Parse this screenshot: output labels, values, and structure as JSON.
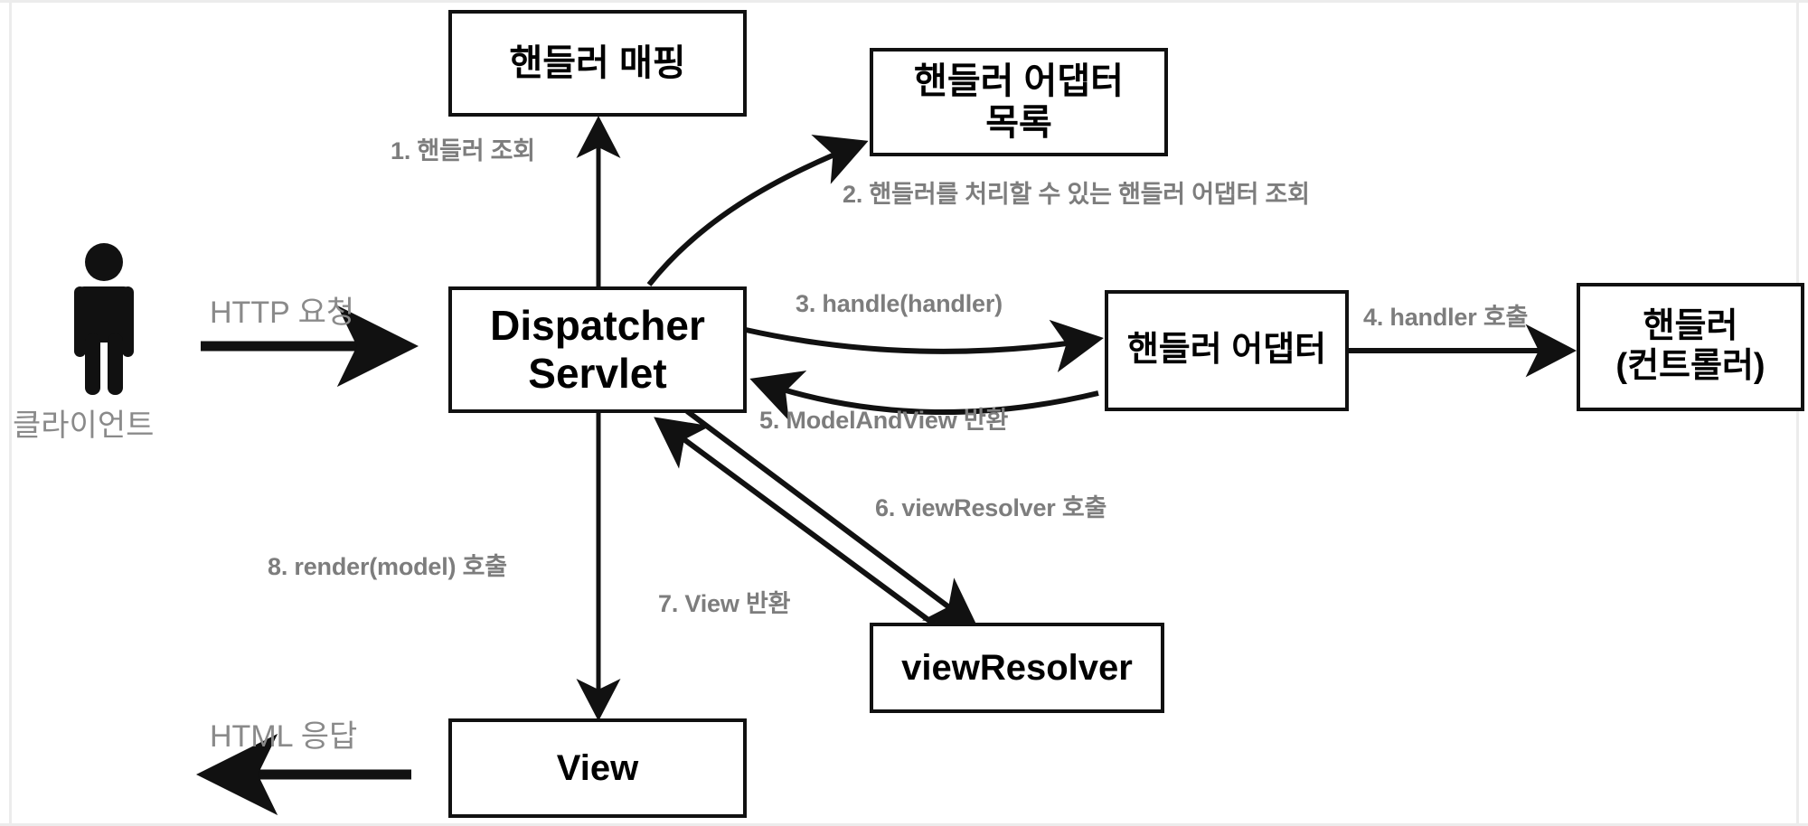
{
  "diagram": {
    "title": "Spring MVC Dispatcher Servlet Flow",
    "accent_color": "#111111",
    "label_color": "#7d7d7d",
    "plain_label_color": "#8a8a8a",
    "frame_color": "#ececec",
    "background": "#ffffff"
  },
  "nodes": {
    "handler_mapping": "핸들러 매핑",
    "handler_adapter_list": "핸들러 어댑터\n목록",
    "dispatcher_servlet": "Dispatcher\nServlet",
    "handler_adapter": "핸들러 어댑터",
    "handler_controller": "핸들러\n(컨트롤러)",
    "view_resolver": "viewResolver",
    "view": "View"
  },
  "actor": {
    "icon": "person-icon",
    "label": "클라이언트"
  },
  "edge_labels": {
    "http_request": "HTTP 요청",
    "http_response": "HTML 응답",
    "step1": "1. 핸들러 조회",
    "step2": "2. 핸들러를 처리할 수 있는 핸들러 어댑터 조회",
    "step3": "3. handle(handler)",
    "step4": "4. handler 호출",
    "step5": "5. ModelAndView 반환",
    "step6": "6. viewResolver 호출",
    "step7": "7. View 반환",
    "step8": "8. render(model) 호출"
  },
  "flow_steps": [
    {
      "n": 1,
      "from": "dispatcher_servlet",
      "to": "handler_mapping",
      "label": "1. 핸들러 조회"
    },
    {
      "n": 2,
      "from": "dispatcher_servlet",
      "to": "handler_adapter_list",
      "label": "2. 핸들러를 처리할 수 있는 핸들러 어댑터 조회"
    },
    {
      "n": 3,
      "from": "dispatcher_servlet",
      "to": "handler_adapter",
      "label": "3. handle(handler)"
    },
    {
      "n": 4,
      "from": "handler_adapter",
      "to": "handler_controller",
      "label": "4. handler 호출"
    },
    {
      "n": 5,
      "from": "handler_adapter",
      "to": "dispatcher_servlet",
      "label": "5. ModelAndView 반환"
    },
    {
      "n": 6,
      "from": "dispatcher_servlet",
      "to": "view_resolver",
      "label": "6. viewResolver 호출"
    },
    {
      "n": 7,
      "from": "view_resolver",
      "to": "dispatcher_servlet",
      "label": "7. View 반환"
    },
    {
      "n": 8,
      "from": "dispatcher_servlet",
      "to": "view",
      "label": "8. render(model) 호출"
    }
  ]
}
